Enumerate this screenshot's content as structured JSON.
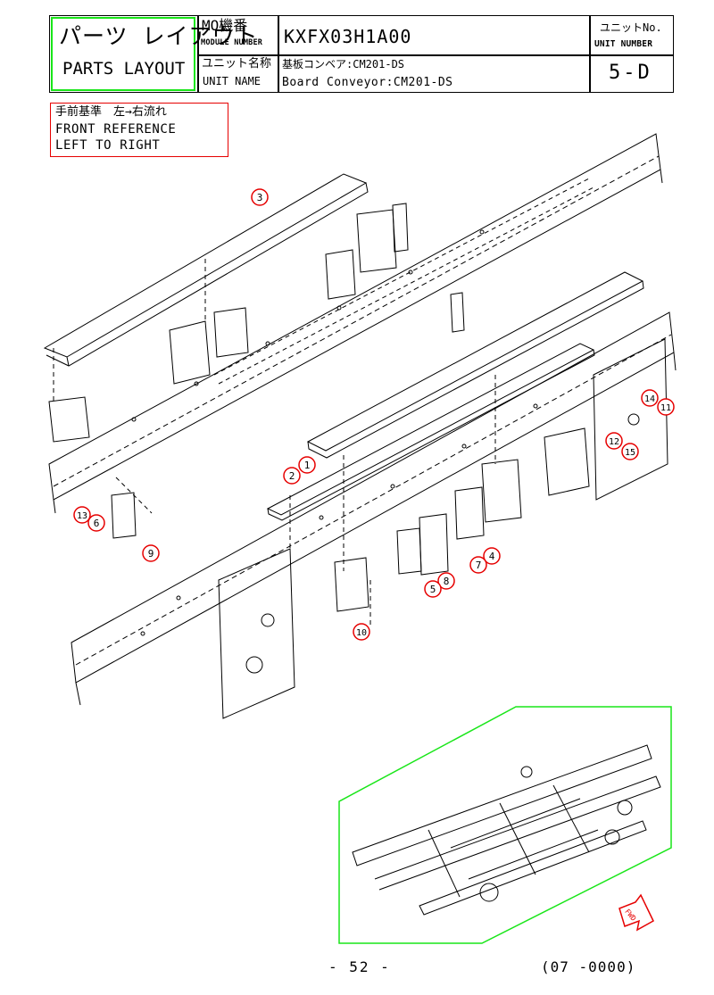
{
  "header": {
    "title_jp": "パーツ レイアウト",
    "title_en": "PARTS LAYOUT",
    "mo_label_jp": "MO機番",
    "mo_label_en": "MODULE NUMBER",
    "module_number": "KXFX03H1A00",
    "unit_name_label_jp": "ユニット名称",
    "unit_name_label_en": "UNIT NAME",
    "unit_name_jp": "基板コンベア:CM201-DS",
    "unit_name_en": "Board Conveyor:CM201-DS",
    "unit_no_label_jp": "ユニットNo.",
    "unit_no_label_en": "UNIT NUMBER",
    "unit_no": "5-D"
  },
  "note": {
    "jp": "手前基準　左→右流れ",
    "line1": "FRONT REFERENCE",
    "line2": "LEFT TO RIGHT"
  },
  "callouts": [
    {
      "id": "c1",
      "label": "1"
    },
    {
      "id": "c2",
      "label": "2"
    },
    {
      "id": "c3",
      "label": "3"
    },
    {
      "id": "c4",
      "label": "4"
    },
    {
      "id": "c5",
      "label": "5"
    },
    {
      "id": "c6",
      "label": "6"
    },
    {
      "id": "c7",
      "label": "7"
    },
    {
      "id": "c8",
      "label": "8"
    },
    {
      "id": "c9",
      "label": "9"
    },
    {
      "id": "c10",
      "label": "10"
    },
    {
      "id": "c11",
      "label": "11"
    },
    {
      "id": "c12",
      "label": "12"
    },
    {
      "id": "c13",
      "label": "13"
    },
    {
      "id": "c14",
      "label": "14"
    },
    {
      "id": "c15",
      "label": "15"
    }
  ],
  "fwd_label": "FWD",
  "footer": {
    "page": "- 52 -",
    "code": "(07 -0000)"
  },
  "colors": {
    "green_frame": "#19e619",
    "red_callout": "#e60000",
    "line": "#000000"
  }
}
